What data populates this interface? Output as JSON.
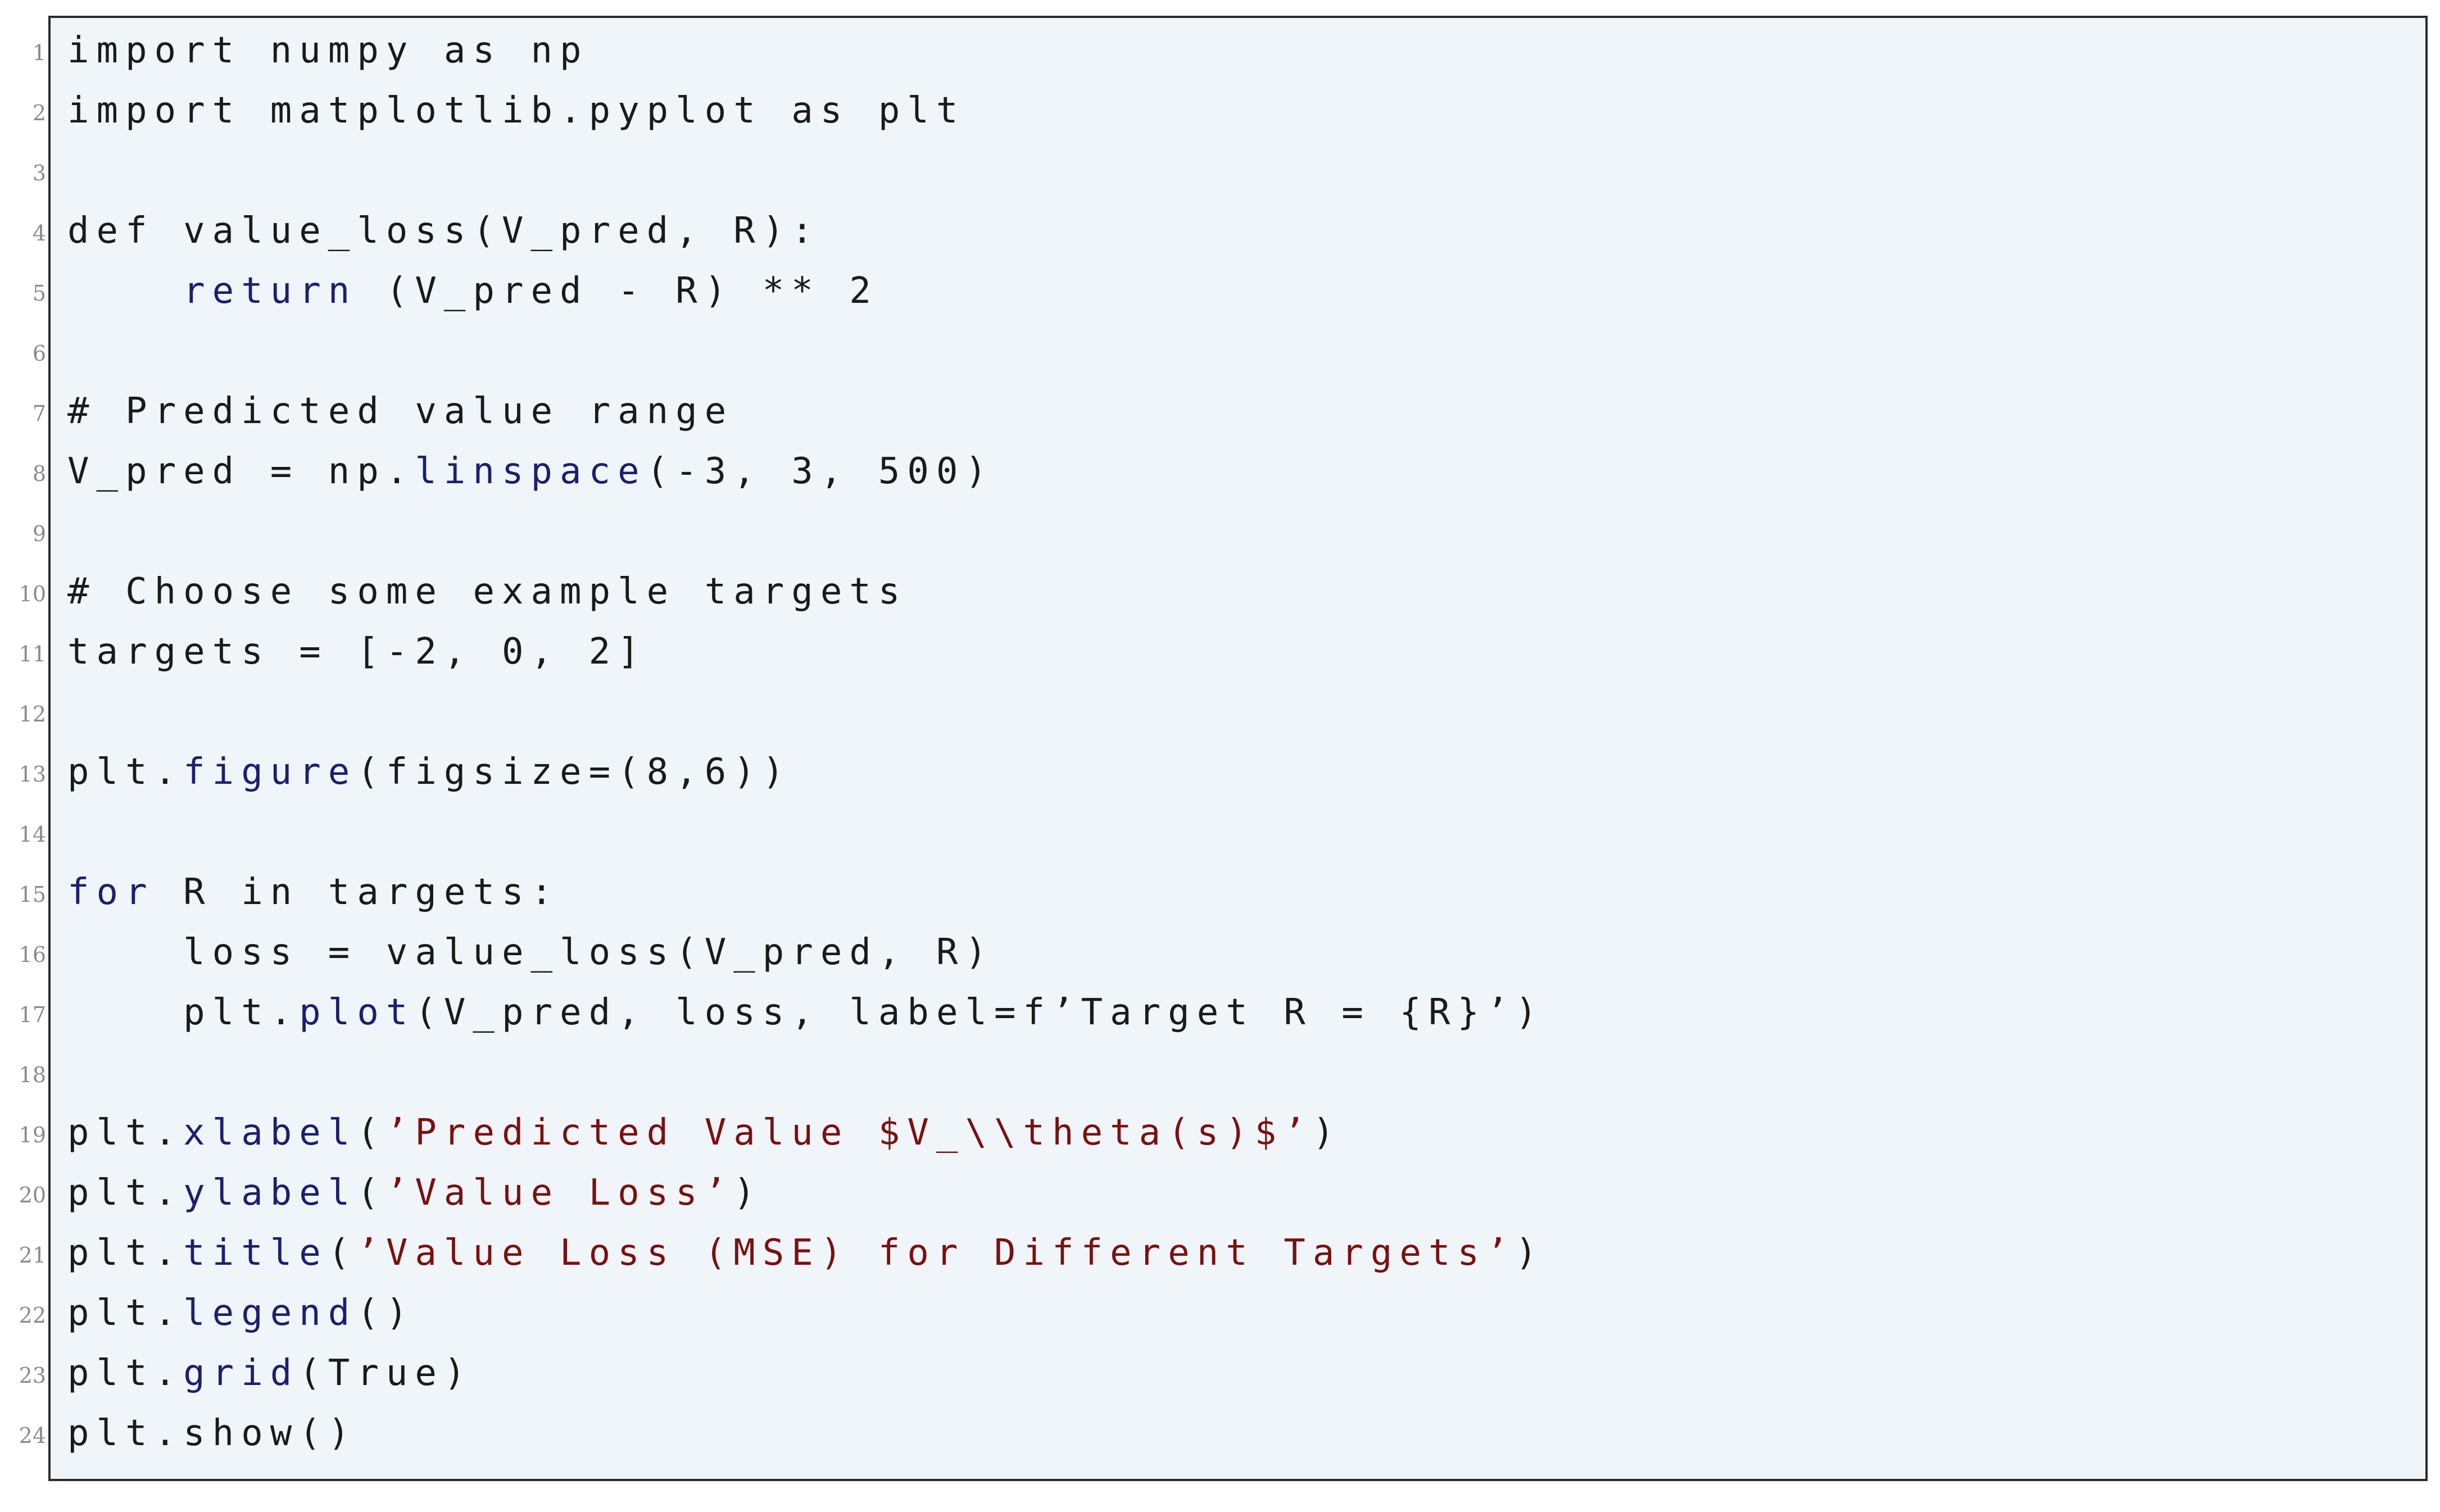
{
  "listing": {
    "lines": [
      {
        "n": "1",
        "segments": [
          {
            "t": "import numpy as np",
            "c": "plain"
          }
        ]
      },
      {
        "n": "2",
        "segments": [
          {
            "t": "import matplotlib.pyplot as plt",
            "c": "plain"
          }
        ]
      },
      {
        "n": "3",
        "segments": []
      },
      {
        "n": "4",
        "segments": [
          {
            "t": "def value_loss(V_pred, R):",
            "c": "plain"
          }
        ]
      },
      {
        "n": "5",
        "segments": [
          {
            "t": "    ",
            "c": "plain"
          },
          {
            "t": "return",
            "c": "kw"
          },
          {
            "t": " (V_pred - R) ** 2",
            "c": "plain"
          }
        ]
      },
      {
        "n": "6",
        "segments": []
      },
      {
        "n": "7",
        "segments": [
          {
            "t": "# Predicted value range",
            "c": "plain"
          }
        ]
      },
      {
        "n": "8",
        "segments": [
          {
            "t": "V_pred = np.",
            "c": "plain"
          },
          {
            "t": "linspace",
            "c": "fn"
          },
          {
            "t": "(-3, 3, 500)",
            "c": "plain"
          }
        ]
      },
      {
        "n": "9",
        "segments": []
      },
      {
        "n": "10",
        "segments": [
          {
            "t": "# Choose some example targets",
            "c": "plain"
          }
        ]
      },
      {
        "n": "11",
        "segments": [
          {
            "t": "targets = [-2, 0, 2]",
            "c": "plain"
          }
        ]
      },
      {
        "n": "12",
        "segments": []
      },
      {
        "n": "13",
        "segments": [
          {
            "t": "plt.",
            "c": "plain"
          },
          {
            "t": "figure",
            "c": "fn"
          },
          {
            "t": "(figsize=(8,6))",
            "c": "plain"
          }
        ]
      },
      {
        "n": "14",
        "segments": []
      },
      {
        "n": "15",
        "segments": [
          {
            "t": "for",
            "c": "kw"
          },
          {
            "t": " R in targets:",
            "c": "plain"
          }
        ]
      },
      {
        "n": "16",
        "segments": [
          {
            "t": "    loss = value_loss(V_pred, R)",
            "c": "plain"
          }
        ]
      },
      {
        "n": "17",
        "segments": [
          {
            "t": "    plt.",
            "c": "plain"
          },
          {
            "t": "plot",
            "c": "fn"
          },
          {
            "t": "(V_pred, loss, label=f’Target R = {R}’)",
            "c": "plain"
          }
        ]
      },
      {
        "n": "18",
        "segments": []
      },
      {
        "n": "19",
        "segments": [
          {
            "t": "plt.",
            "c": "plain"
          },
          {
            "t": "xlabel",
            "c": "fn"
          },
          {
            "t": "(",
            "c": "plain"
          },
          {
            "t": "’Predicted Value $V_\\\\theta(s)$’",
            "c": "str"
          },
          {
            "t": ")",
            "c": "plain"
          }
        ]
      },
      {
        "n": "20",
        "segments": [
          {
            "t": "plt.",
            "c": "plain"
          },
          {
            "t": "ylabel",
            "c": "fn"
          },
          {
            "t": "(",
            "c": "plain"
          },
          {
            "t": "’Value Loss’",
            "c": "str"
          },
          {
            "t": ")",
            "c": "plain"
          }
        ]
      },
      {
        "n": "21",
        "segments": [
          {
            "t": "plt.",
            "c": "plain"
          },
          {
            "t": "title",
            "c": "fn"
          },
          {
            "t": "(",
            "c": "plain"
          },
          {
            "t": "’Value Loss (MSE) for Different Targets’",
            "c": "str"
          },
          {
            "t": ")",
            "c": "plain"
          }
        ]
      },
      {
        "n": "22",
        "segments": [
          {
            "t": "plt.",
            "c": "plain"
          },
          {
            "t": "legend",
            "c": "fn"
          },
          {
            "t": "()",
            "c": "plain"
          }
        ]
      },
      {
        "n": "23",
        "segments": [
          {
            "t": "plt.",
            "c": "plain"
          },
          {
            "t": "grid",
            "c": "fn"
          },
          {
            "t": "(True)",
            "c": "plain"
          }
        ]
      },
      {
        "n": "24",
        "segments": [
          {
            "t": "plt.show()",
            "c": "plain"
          }
        ]
      }
    ]
  },
  "colors": {
    "background": "#f0f5fa",
    "border": "#2b2b2b",
    "keyword": "#1c1f6e",
    "string": "#7a1010",
    "line_number": "#8a8a8a",
    "text": "#1a1a1a"
  }
}
